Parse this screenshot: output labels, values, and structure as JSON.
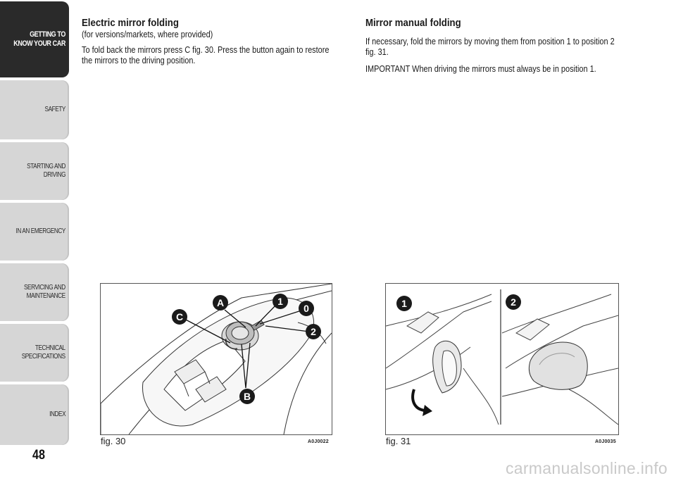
{
  "tabs": [
    {
      "label": "GETTING TO\nKNOW YOUR CAR",
      "active": true
    },
    {
      "label": "SAFETY"
    },
    {
      "label": "STARTING AND\nDRIVING"
    },
    {
      "label": "IN AN EMERGENCY"
    },
    {
      "label": "SERVICING AND\nMAINTENANCE"
    },
    {
      "label": "TECHNICAL\nSPECIFICATIONS"
    },
    {
      "label": "INDEX"
    }
  ],
  "page_number": "48",
  "left": {
    "title": "Electric mirror folding",
    "subtitle": "(for versions/markets, where provided)",
    "paragraph": "To fold back the mirrors press C fig. 30. Press the button again to restore the mirrors to the driving position."
  },
  "right": {
    "title": "Mirror manual folding",
    "paragraph1": "If necessary, fold the mirrors by moving them from position 1 to position 2 fig. 31.",
    "paragraph2": "IMPORTANT When driving the mirrors must always be in position 1."
  },
  "figures": {
    "fig30": {
      "caption": "fig. 30",
      "code": "A0J0022",
      "callouts": {
        "a": "A",
        "one": "1",
        "zero": "0",
        "two": "2",
        "c": "C",
        "b": "B"
      }
    },
    "fig31": {
      "caption": "fig. 31",
      "code": "A0J0035",
      "callouts": {
        "one": "1",
        "two": "2"
      }
    }
  },
  "watermark": "carmanualsonline.info"
}
